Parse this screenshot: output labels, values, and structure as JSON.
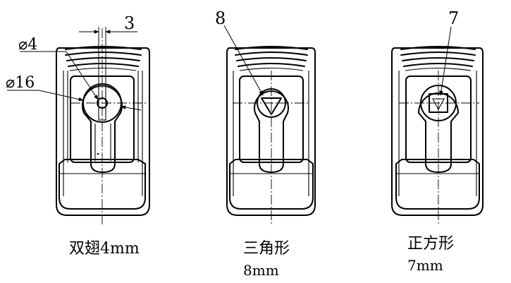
{
  "figures": [
    {
      "id": "double-wing",
      "caption": "双翅4mm",
      "dims": {
        "slot_width": "3",
        "bore_dia": "⌀4",
        "outer_dia": "⌀16"
      }
    },
    {
      "id": "triangle",
      "caption": "三角形",
      "size": "8mm",
      "dims": {
        "triangle_size": "8"
      }
    },
    {
      "id": "square",
      "caption": "正方形",
      "size": "7mm",
      "dims": {
        "square_size": "7"
      }
    }
  ]
}
